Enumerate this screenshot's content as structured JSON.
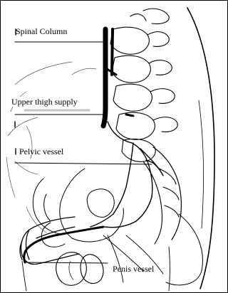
{
  "labels": {
    "spinal_column": "Spinal Column",
    "upper_thigh_supply": "Upper  thigh supply",
    "pelvic_vessel": "Pelvic vessel",
    "penis_vessel": "Penis vessel"
  },
  "colors": {
    "line": "#000000",
    "background": "#ffffff"
  }
}
